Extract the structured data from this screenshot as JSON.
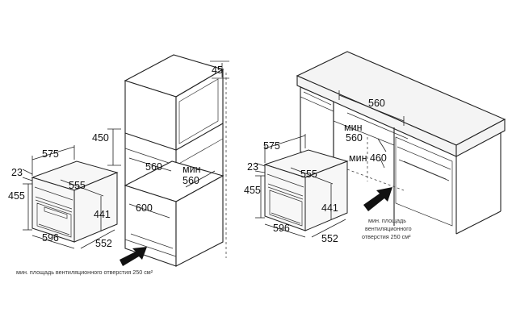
{
  "left_diagram": {
    "cabinet_dims": {
      "top_gap": "45",
      "opening_height": "450",
      "inner_width": "560",
      "min_depth_label": "мин",
      "min_depth_value": "560",
      "cabinet_height": "600"
    },
    "oven_dims": {
      "depth": "575",
      "front_height": "23",
      "width": "555",
      "total_height": "455",
      "inner_height": "441",
      "outer_width": "596",
      "installed_depth": "552"
    },
    "vent_note": "мин. площадь вентиляционного отверстия 250 см²"
  },
  "right_diagram": {
    "cabinet_dims": {
      "inner_width": "560",
      "min_depth_label": "мин",
      "min_depth_value": "560",
      "min_height_label": "мин 460"
    },
    "oven_dims": {
      "depth": "575",
      "front_height": "23",
      "width": "555",
      "total_height": "455",
      "inner_height": "441",
      "outer_width": "596",
      "installed_depth": "552"
    },
    "vent_note_lines": [
      "мин. площадь",
      "вентиляционного",
      "отверстия 250 см²"
    ]
  }
}
